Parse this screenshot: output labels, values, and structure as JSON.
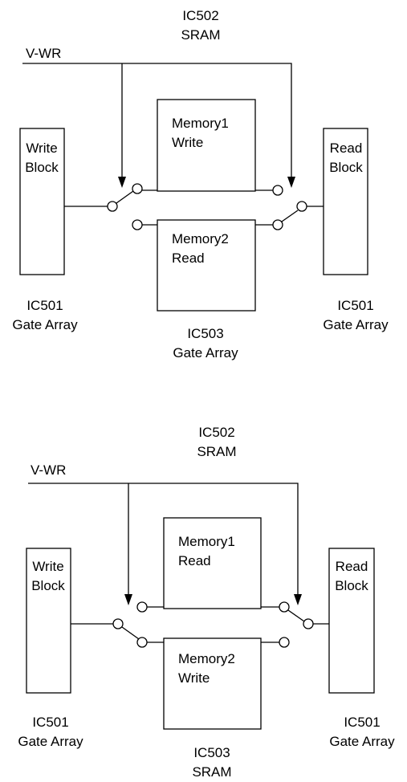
{
  "diagrams": [
    {
      "sram_title_1": "IC502",
      "sram_title_2": "SRAM",
      "signal": "V-WR",
      "write_block_1": "Write",
      "write_block_2": "Block",
      "read_block_1": "Read",
      "read_block_2": "Block",
      "memory1_1": "Memory1",
      "memory1_2": "Write",
      "memory2_1": "Memory2",
      "memory2_2": "Read",
      "left_ic_1": "IC501",
      "left_ic_2": "Gate Array",
      "right_ic_1": "IC501",
      "right_ic_2": "Gate Array",
      "bottom_ic_1": "IC503",
      "bottom_ic_2": "Gate Array"
    },
    {
      "sram_title_1": "IC502",
      "sram_title_2": "SRAM",
      "signal": "V-WR",
      "write_block_1": "Write",
      "write_block_2": "Block",
      "read_block_1": "Read",
      "read_block_2": "Block",
      "memory1_1": "Memory1",
      "memory1_2": "Read",
      "memory2_1": "Memory2",
      "memory2_2": "Write",
      "left_ic_1": "IC501",
      "left_ic_2": "Gate Array",
      "right_ic_1": "IC501",
      "right_ic_2": "Gate Array",
      "bottom_ic_1": "IC503",
      "bottom_ic_2": "SRAM"
    }
  ]
}
